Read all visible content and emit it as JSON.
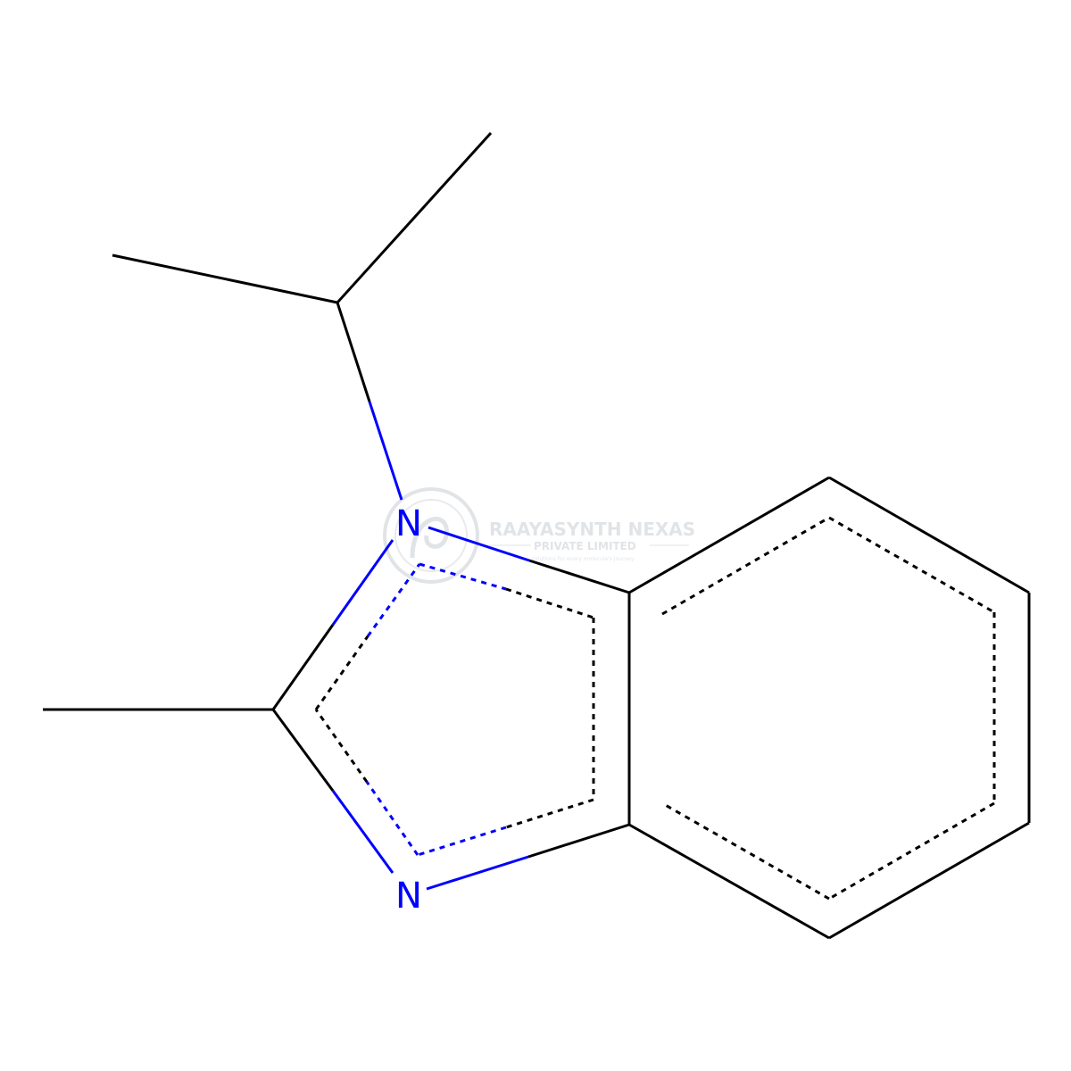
{
  "molecule": {
    "atoms": {
      "n1": "N",
      "n3": "N"
    },
    "colors": {
      "bond": "#000000",
      "nitrogen": "#0000FF",
      "background": "#FFFFFF",
      "watermark": "#9AA3AE"
    }
  },
  "watermark": {
    "company": "RAAYASYNTH NEXAS",
    "subtitle": "PRIVATE LIMITED",
    "tagline": "solutions for every molecule's journey",
    "logo_icon": "raayasynth-logo-icon"
  }
}
